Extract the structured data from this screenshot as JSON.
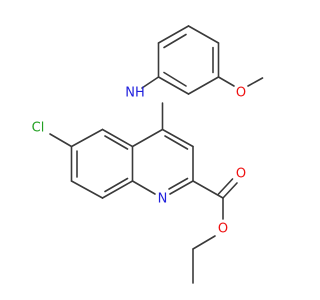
{
  "molecule": {
    "atoms": {
      "cl": {
        "text": "Cl",
        "color": "#22a022"
      },
      "nh": {
        "text": "NH",
        "color": "#2020dd"
      },
      "n_ring": {
        "text": "N",
        "color": "#2020dd"
      },
      "o_methoxy": {
        "text": "O",
        "color": "#ee1111"
      },
      "o_carbonyl": {
        "text": "O",
        "color": "#ee1111"
      },
      "o_ester": {
        "text": "O",
        "color": "#ee1111"
      }
    },
    "bond_color": "#3a3a3a"
  }
}
